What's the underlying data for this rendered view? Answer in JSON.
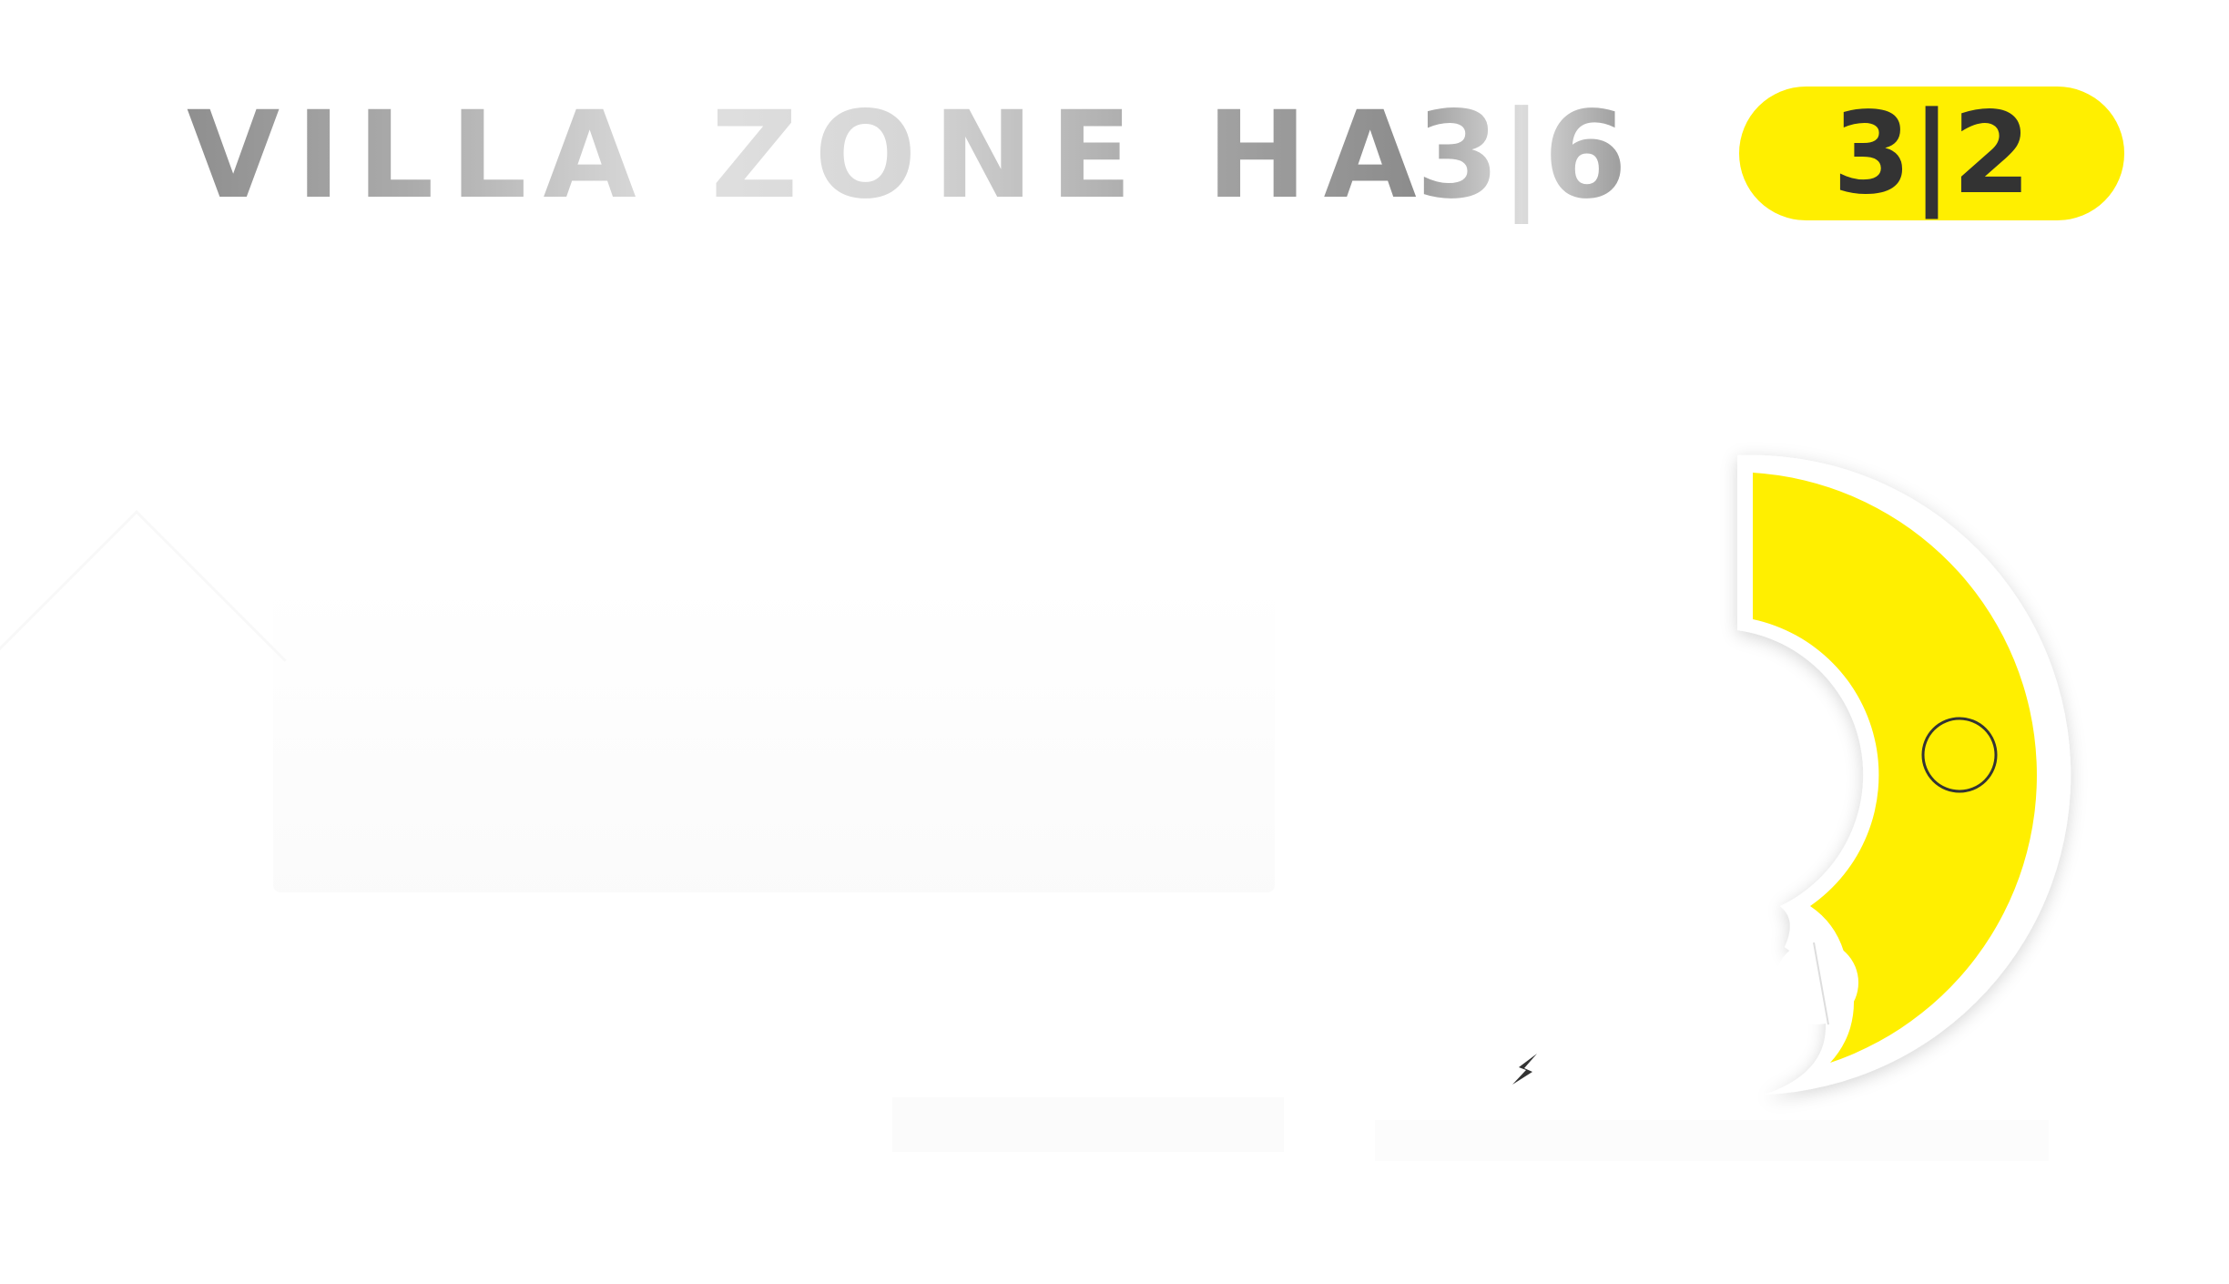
{
  "header": {
    "title": "VILLA ZONE HA",
    "unit_counter": "3|6",
    "selected_counter": "3|2"
  },
  "colors": {
    "accent_yellow": "#ffef00",
    "title_grey": "#9a9a9a",
    "pill_text": "#333333"
  },
  "icons": {
    "zone_marker": "circle-marker-icon",
    "bolt": "lightning-bolt-icon"
  }
}
